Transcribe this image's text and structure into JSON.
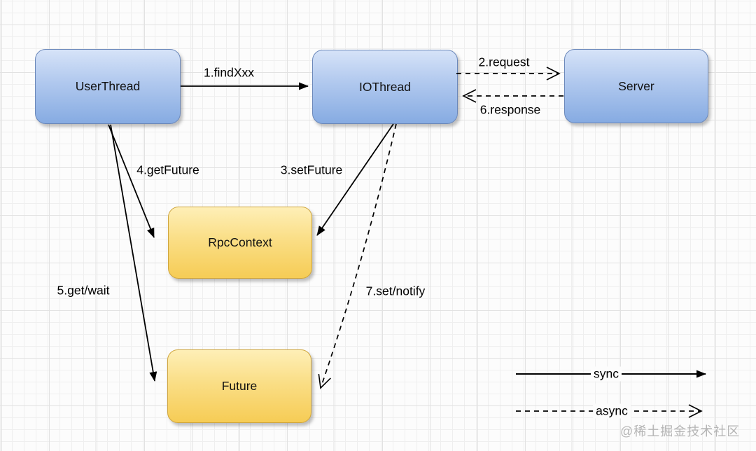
{
  "diagram": {
    "nodes": [
      {
        "label": "UserThread",
        "color": "blue"
      },
      {
        "label": "IOThread",
        "color": "blue"
      },
      {
        "label": "Server",
        "color": "blue"
      },
      {
        "label": "RpcContext",
        "color": "yellow"
      },
      {
        "label": "Future",
        "color": "yellow"
      }
    ],
    "edges": [
      {
        "label": "1.findXxx",
        "from": "UserThread",
        "to": "IOThread",
        "style": "sync"
      },
      {
        "label": "2.request",
        "from": "IOThread",
        "to": "Server",
        "style": "async"
      },
      {
        "label": "3.setFuture",
        "from": "IOThread",
        "to": "RpcContext",
        "style": "sync"
      },
      {
        "label": "4.getFuture",
        "from": "UserThread",
        "to": "RpcContext",
        "style": "sync"
      },
      {
        "label": "5.get/wait",
        "from": "UserThread",
        "to": "Future",
        "style": "sync"
      },
      {
        "label": "6.response",
        "from": "Server",
        "to": "IOThread",
        "style": "async"
      },
      {
        "label": "7.set/notify",
        "from": "IOThread",
        "to": "Future",
        "style": "async"
      }
    ],
    "legend": {
      "sync_label": "sync",
      "async_label": "async"
    },
    "watermark": "@稀土掘金技术社区",
    "colors": {
      "arrow": "#000000",
      "node_blue_top": "#d6e3f8",
      "node_blue_bottom": "#86abe2",
      "node_blue_border": "#6b88ba",
      "node_yellow_top": "#feefb7",
      "node_yellow_bottom": "#f6cc55",
      "node_yellow_border": "#cfa53d",
      "grid_minor": "#efefef",
      "grid_major": "#e2e2e2",
      "watermark_color": "#b5b5b5"
    }
  }
}
